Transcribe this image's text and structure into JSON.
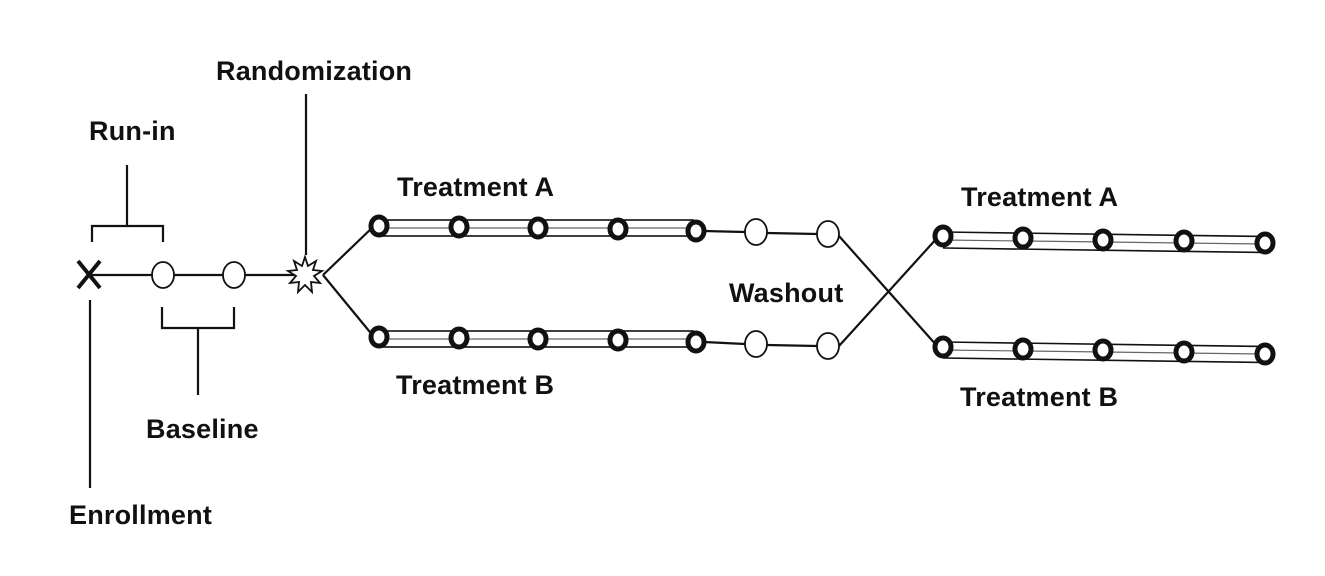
{
  "labels": {
    "randomization": "Randomization",
    "run_in": "Run-in",
    "baseline": "Baseline",
    "enrollment": "Enrollment",
    "treatment_a_period1": "Treatment A",
    "treatment_b_period1": "Treatment B",
    "washout": "Washout",
    "treatment_a_period2": "Treatment A",
    "treatment_b_period2": "Treatment B"
  }
}
